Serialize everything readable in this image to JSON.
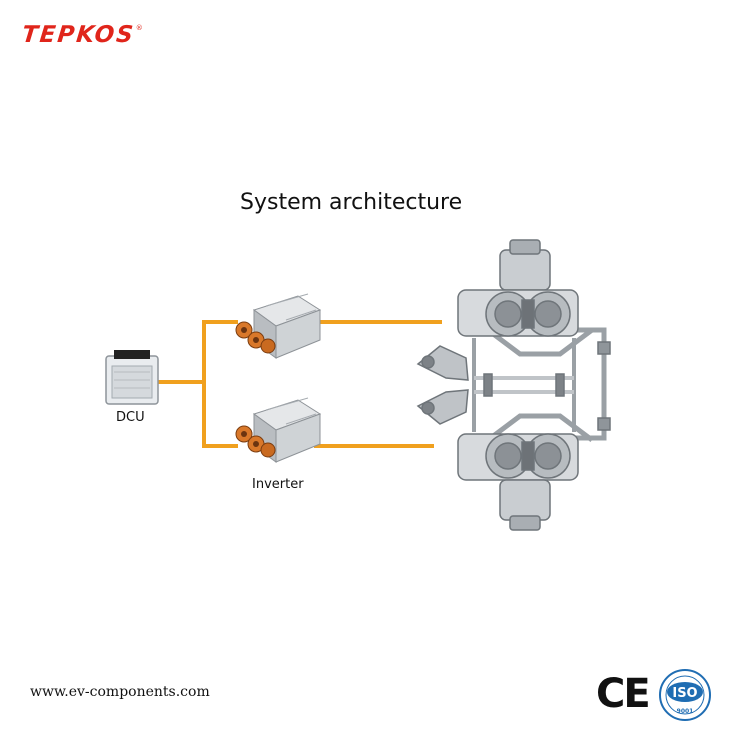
{
  "brand": {
    "name": "TEPKOS",
    "registered": "®",
    "color": "#e0251b"
  },
  "diagram": {
    "title": "System architecture",
    "connector_color": "#f0a01e",
    "components": {
      "dcu_label": "DCU",
      "inverter_label": "Inverter"
    },
    "icons": [
      "dcu-controller-icon",
      "inverter-icon",
      "inverter-icon",
      "drive-axle-assembly-icon"
    ]
  },
  "footer": {
    "url": "www.ev-components.com",
    "ce_mark": "CE",
    "iso": {
      "text": "ISO",
      "number": "9001",
      "color": "#1f6db3"
    }
  }
}
